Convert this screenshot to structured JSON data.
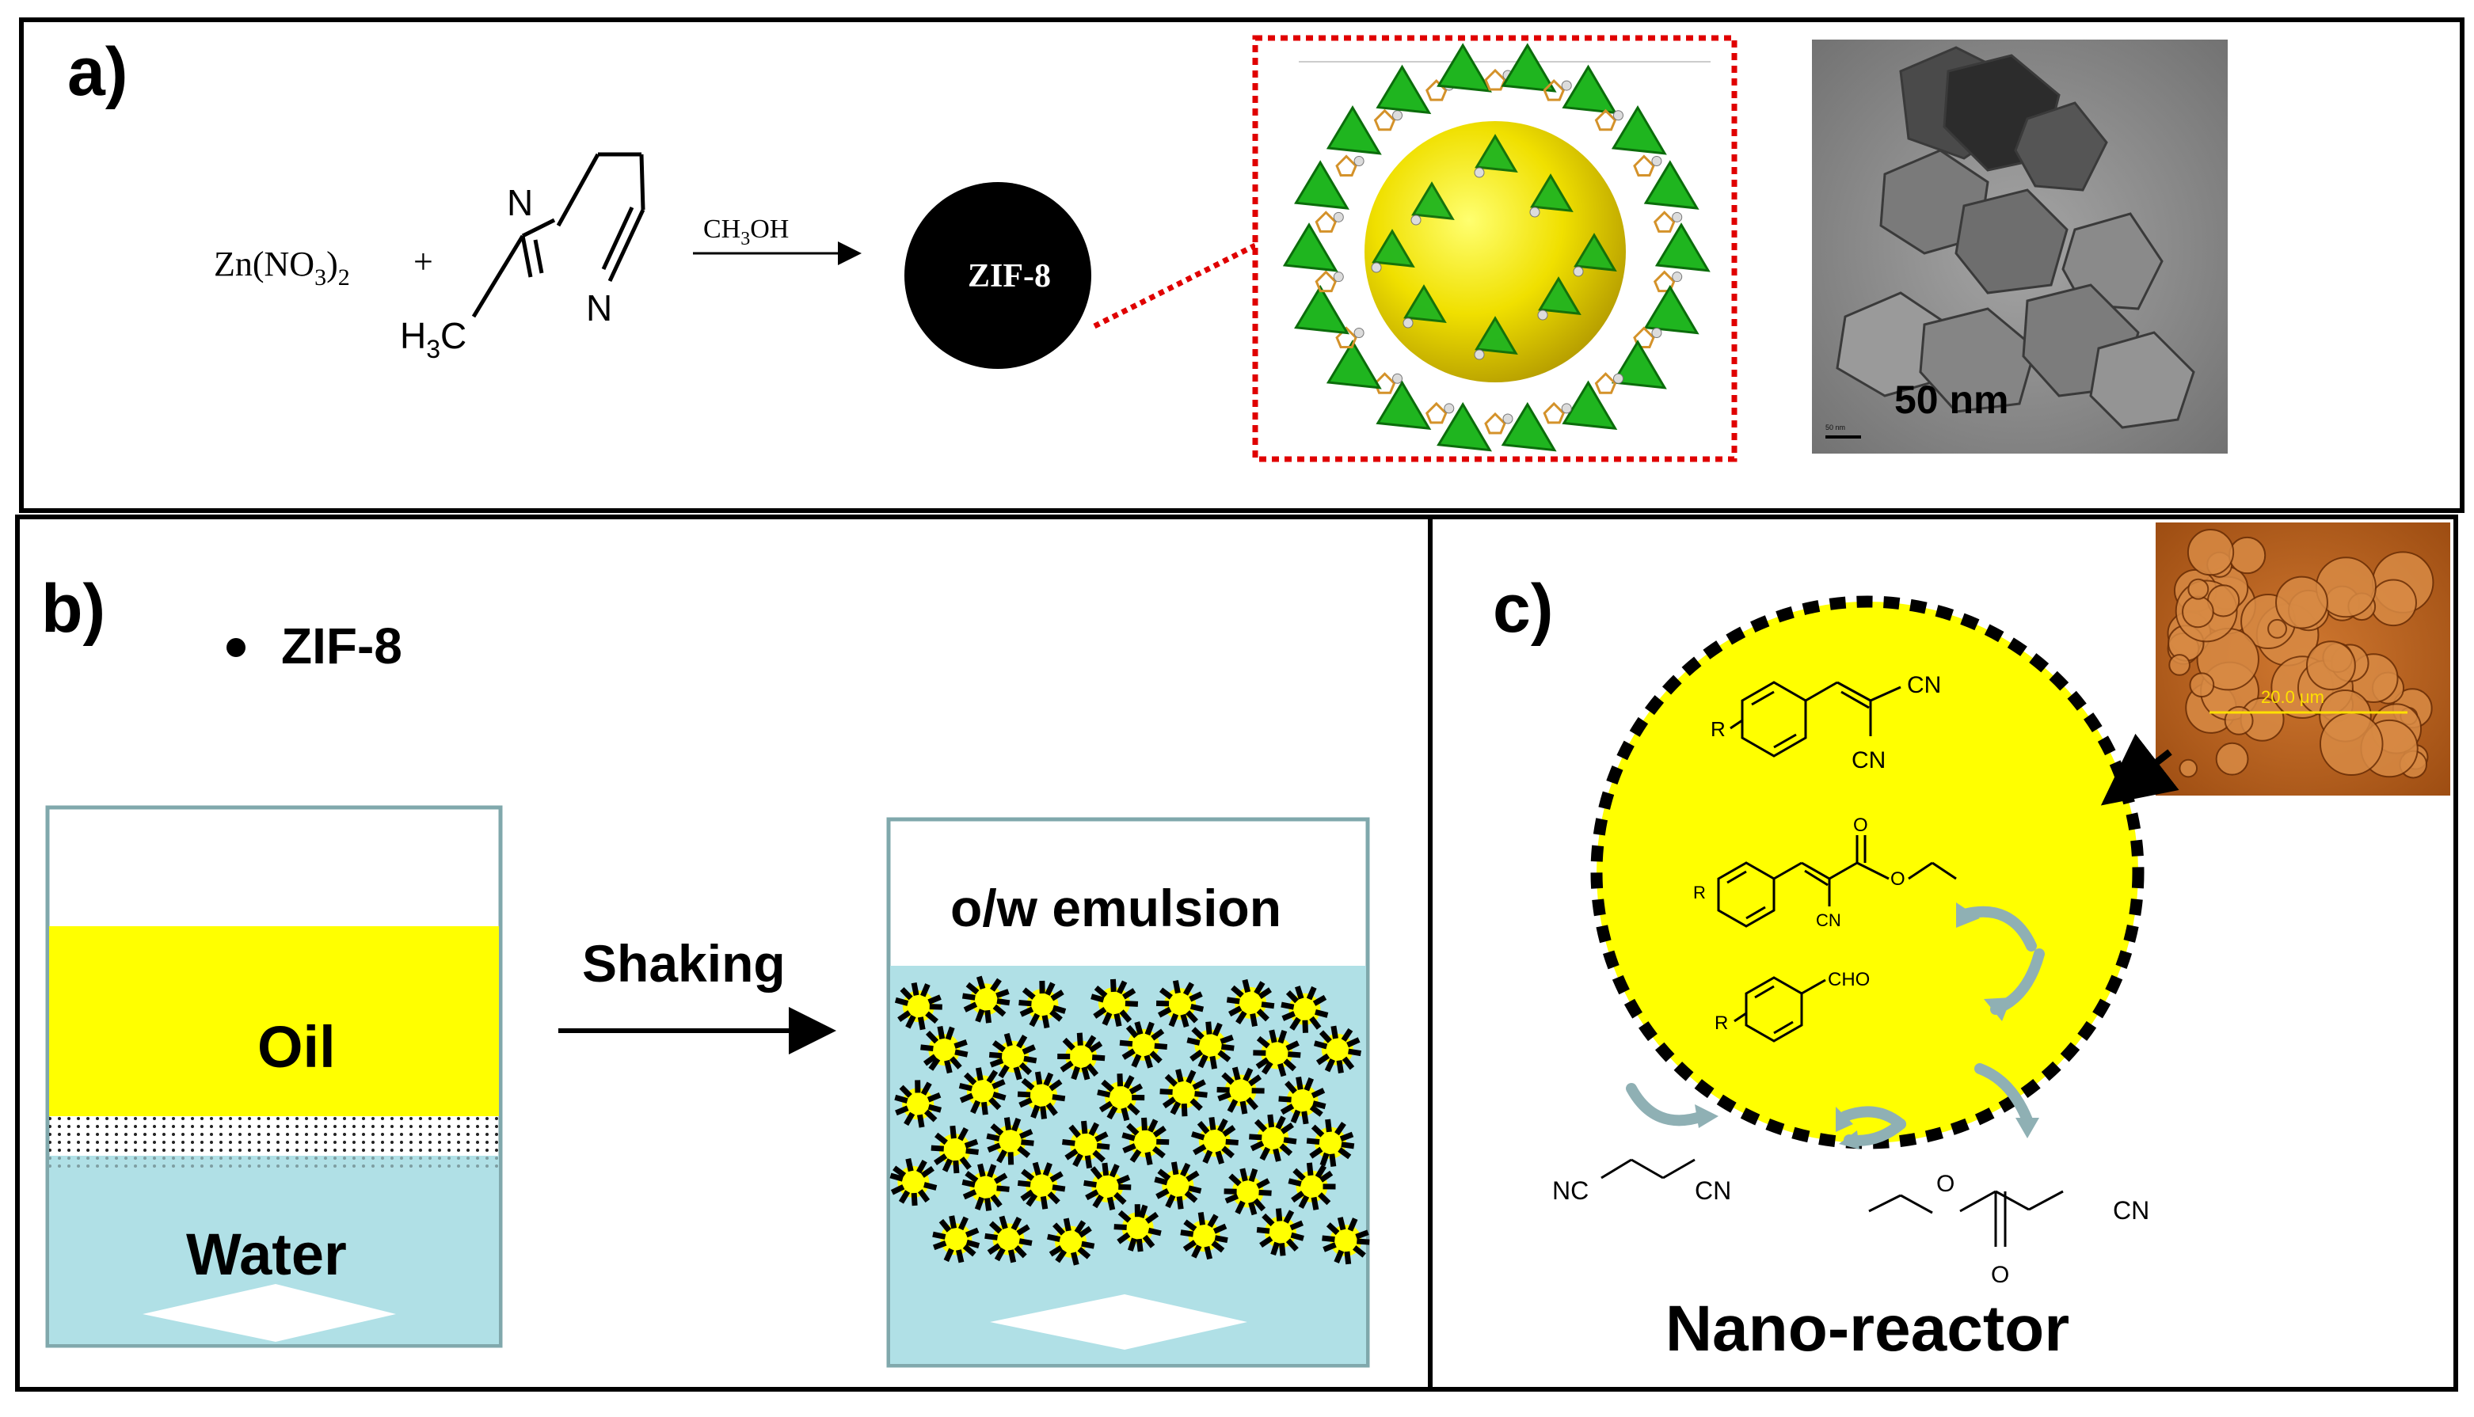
{
  "panel_a": {
    "label": "a)",
    "reactant_1": "Zn(NO",
    "reactant_1_sub3": "3",
    "reactant_1_close": ")",
    "reactant_1_sub2": "2",
    "plus": "+",
    "atom_n_top": "N",
    "atom_n_bottom": "N",
    "methyl_h": "H",
    "methyl_sub": "3",
    "methyl_c": "C",
    "solvent_prefix": "CH",
    "solvent_sub": "3",
    "solvent_suffix": "OH",
    "product": "ZIF-8",
    "tem_scale_label": "50 nm",
    "tem_scale_small": "50 nm"
  },
  "panel_b": {
    "label": "b)",
    "legend": "ZIF-8",
    "oil": "Oil",
    "water": "Water",
    "arrow_label": "Shaking",
    "emulsion": "o/w emulsion"
  },
  "panel_c": {
    "label": "c)",
    "micro_scale": "20.0 μm",
    "mol_top_r": "R",
    "mol_top_cn1": "CN",
    "mol_top_cn2": "CN",
    "mol_mid_r": "R",
    "mol_mid_o": "O",
    "mol_mid_cn": "CN",
    "mol_low_r": "R",
    "mol_low_cho": "CHO",
    "malono_nc": "NC",
    "malono_cn": "CN",
    "ester_o1": "O",
    "ester_o2": "O",
    "ester_cn": "CN",
    "title": "Nano-reactor"
  },
  "colors": {
    "yellow": "#ffff00",
    "water": "#b0e0e6",
    "frame": "#000000",
    "green": "#1fb51f",
    "arrow_teal": "#8fb0b4",
    "micro_bg": "#c06418",
    "tem_bg": "#8d8d8d",
    "dotted_red": "#e00000"
  }
}
